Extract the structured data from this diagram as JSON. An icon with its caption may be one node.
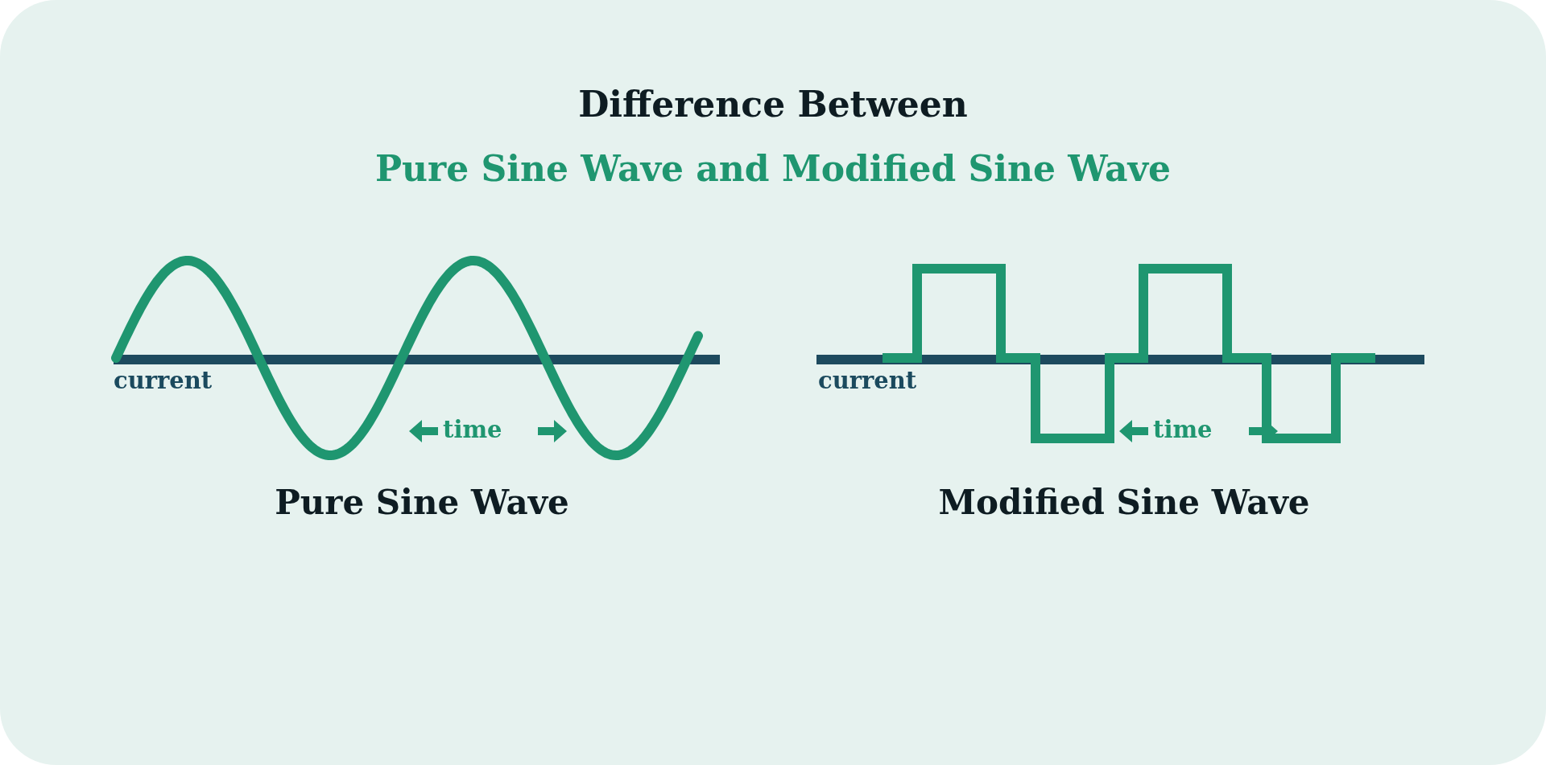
{
  "diagram": {
    "title": "Difference Between Pure Sine Wave and Modified Sine Wave",
    "labels": [
      "current",
      "time",
      "Pure Sine Wave",
      "current",
      "time",
      "Modified Sine Wave"
    ]
  }
}
